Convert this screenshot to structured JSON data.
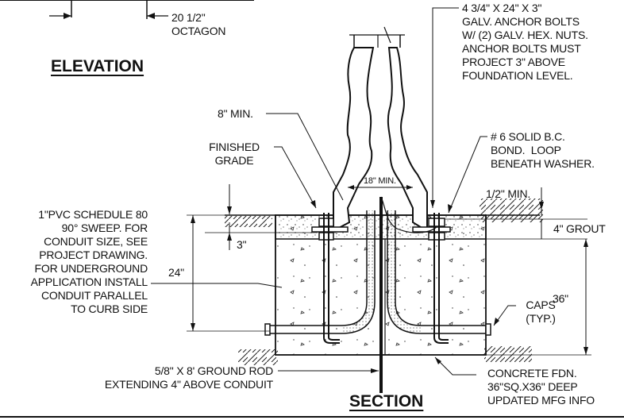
{
  "titles": {
    "elevation": "ELEVATION",
    "section": "SECTION"
  },
  "labels": {
    "octagon": "20 1/2\"\nOCTAGON",
    "anchor_bolts": "4 3/4\" X 24\" X 3\"\nGALV. ANCHOR BOLTS\nW/ (2) GALV. HEX. NUTS.\nANCHOR BOLTS MUST\nPROJECT 3\" ABOVE\nFOUNDATION LEVEL.",
    "eight_min": "8\" MIN.",
    "bond_loop": "# 6 SOLID B.C.\nBOND.  LOOP\nBENEATH WASHER.",
    "finished_grade": "FINISHED\nGRADE",
    "eighteen_min": "18\" MIN.",
    "half_min": "1/2\" MIN.",
    "pvc": "1\"PVC SCHEDULE 80\n90° SWEEP. FOR\nCONDUIT SIZE, SEE\nPROJECT DRAWING.\nFOR UNDERGROUND\nAPPLICATION INSTALL\nCONDUIT PARALLEL\nTO CURB SIDE",
    "four_grout": "4\" GROUT",
    "three_in": "3\"",
    "twenty_four": "24\"",
    "thirty_six": "36\"",
    "caps": "CAPS\n(TYP.)",
    "ground_rod": "5/8\" X 8' GROUND ROD\nEXTENDING 4\" ABOVE CONDUIT",
    "concrete": "CONCRETE FDN.\n36\"SQ.X36\" DEEP\nUPDATED MFG INFO"
  }
}
